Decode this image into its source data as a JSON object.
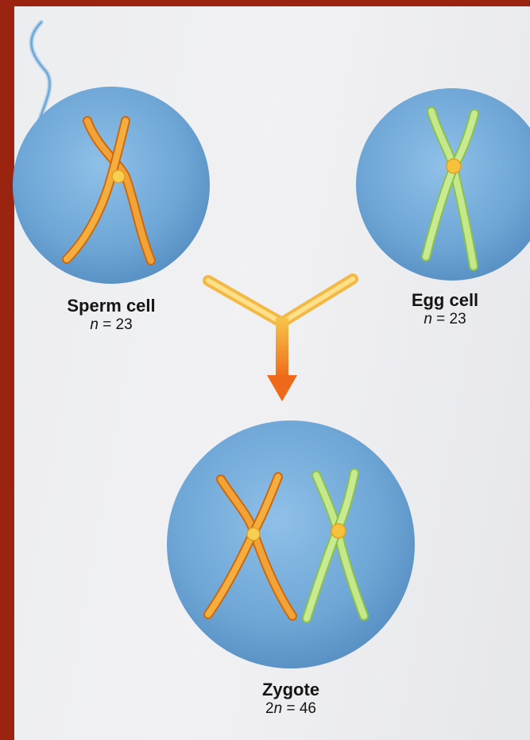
{
  "diagram": {
    "sperm": {
      "name": "Sperm cell",
      "ploidy_prefix": "",
      "ploidy_var": "n",
      "ploidy_rest": " = 23"
    },
    "egg": {
      "name": "Egg cell",
      "ploidy_prefix": "",
      "ploidy_var": "n",
      "ploidy_rest": " = 23"
    },
    "zygote": {
      "name": "Zygote",
      "ploidy_prefix": "2",
      "ploidy_var": "n",
      "ploidy_rest": " = 46"
    }
  },
  "colors": {
    "background_border": "#9b2410",
    "cell_fill": "#6fa8d8",
    "sperm_chromosome": "#f0a030",
    "egg_chromosome": "#b8e07a",
    "centromere": "#f5c84a",
    "arrow": "#f08a20"
  }
}
